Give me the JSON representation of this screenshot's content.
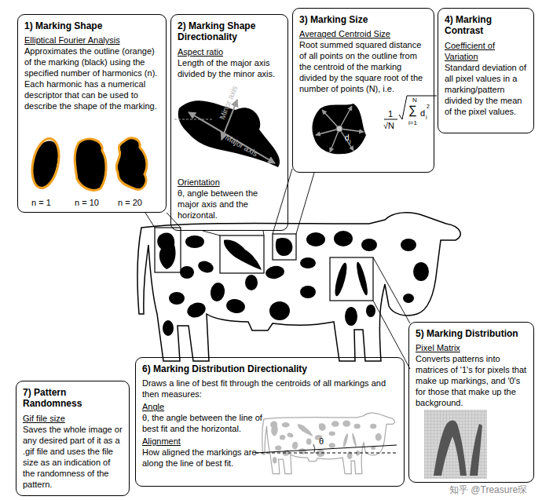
{
  "diagram": {
    "nodes": [
      {
        "text": [
          "1) Marking Shape",
          "Elliptical Fourier Analysis",
          "Approximates the outline (orange) of the marking (black) using the specified number of harmonics (n). Each harmonic has a numerical descriptor that can be used to describe the shape of the marking."
        ]
      },
      {
        "text": [
          "2) Marking Shape Directionality",
          "Aspect ratio",
          "Length of the major axis divided by the minor axis.",
          "Orientation",
          "θ, angle between the major axis and the horizontal."
        ]
      },
      {
        "text": [
          "3) Marking Size",
          "Averaged Centroid Size",
          "Root summed squared distance of all points on the outline from the centroid of the marking divided by the square root of the number of points (N), i.e."
        ]
      },
      {
        "text": [
          "4) Marking Contrast",
          "Coefficient of Variation",
          "Standard deviation of all pixel values in a marking/pattern divided by the mean of the pixel values."
        ]
      },
      {
        "text": [
          "5) Marking Distribution",
          "Pixel Matrix",
          "Converts patterns into matrices of '1's for pixels that make up markings, and '0's for those that make up the background."
        ]
      },
      {
        "text": [
          "6) Marking Distribution Directionality",
          "Draws a line of best fit through the centroids of all markings and then measures:",
          "Angle",
          "θ, the angle between the line of best fit and the horizontal.",
          "Alignment",
          "How aligned the markings are along the line of best fit."
        ]
      },
      {
        "text": [
          "7) Pattern Randomness",
          "Gif file size",
          "Saves the whole image or any desired part of it as a .gif file and uses the file size as an indication of the randomness of the pattern."
        ]
      }
    ],
    "edges": [],
    "labels": [
      "n = 1",
      "n = 10",
      "n = 20",
      "θ",
      "Minor axis",
      "Major axis",
      "1",
      "√N",
      "N",
      "∑",
      "i=1",
      "d",
      "i",
      "2",
      "d",
      "i",
      "θ",
      "知乎 @Treasure琛"
    ]
  }
}
